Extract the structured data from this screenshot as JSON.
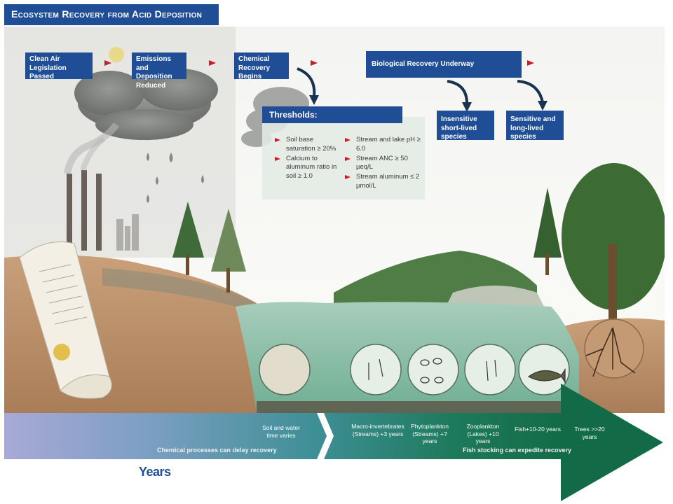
{
  "title": "Ecosystem Recovery from Acid Deposition",
  "stages": {
    "clean_air": "Clean Air Legislation Passed",
    "emissions": "Emissions and Deposition Reduced",
    "chemical": "Chemical Recovery Begins",
    "biological": "Biological Recovery Underway",
    "insensitive": "Insensitive short-lived species",
    "sensitive": "Sensitive and long-lived species"
  },
  "thresholds": {
    "header": "Thresholds:",
    "soil_items": [
      "Soil base saturation ≥ 20%",
      "Calcium to aluminum ratio in soil ≥ 1.0"
    ],
    "water_items": [
      "Stream and lake pH ≥ 6.0",
      "Stream ANC ≥ 50 µeq/L",
      "Stream aluminum ≤ 2 µmol/L"
    ]
  },
  "timeline": {
    "soil_water": "Soil and water time varies",
    "macro": "Macro-invertebrates (Streams) +3 years",
    "phyto": "Phytoplankton (Streams) +? years",
    "zoo": "Zooplankton (Lakes) +10 years",
    "fish": "Fish+10-20 years",
    "trees": "Trees >>20 years",
    "chemical_note": "Chemical processes can delay recovery",
    "fish_note": "Fish stocking can expedite recovery"
  },
  "years_label": "Years",
  "colors": {
    "box_blue": "#1f4e96",
    "arrow_red": "#c0202a",
    "dark_green": "#126b46",
    "lake_green": "#7fb7a0"
  },
  "icons": {
    "factory": "smokestack-factory-icon",
    "scroll": "legislation-scroll-icon",
    "sun": "sun-icon",
    "clouds": "cloud-icon",
    "raindrops": "acid-rain-drop-icon",
    "trees": "tree-icon",
    "organisms": [
      "soil-sample-icon",
      "macroinvertebrate-icon",
      "phytoplankton-icon",
      "zooplankton-icon",
      "fish-icon",
      "tree-roots-icon"
    ]
  }
}
